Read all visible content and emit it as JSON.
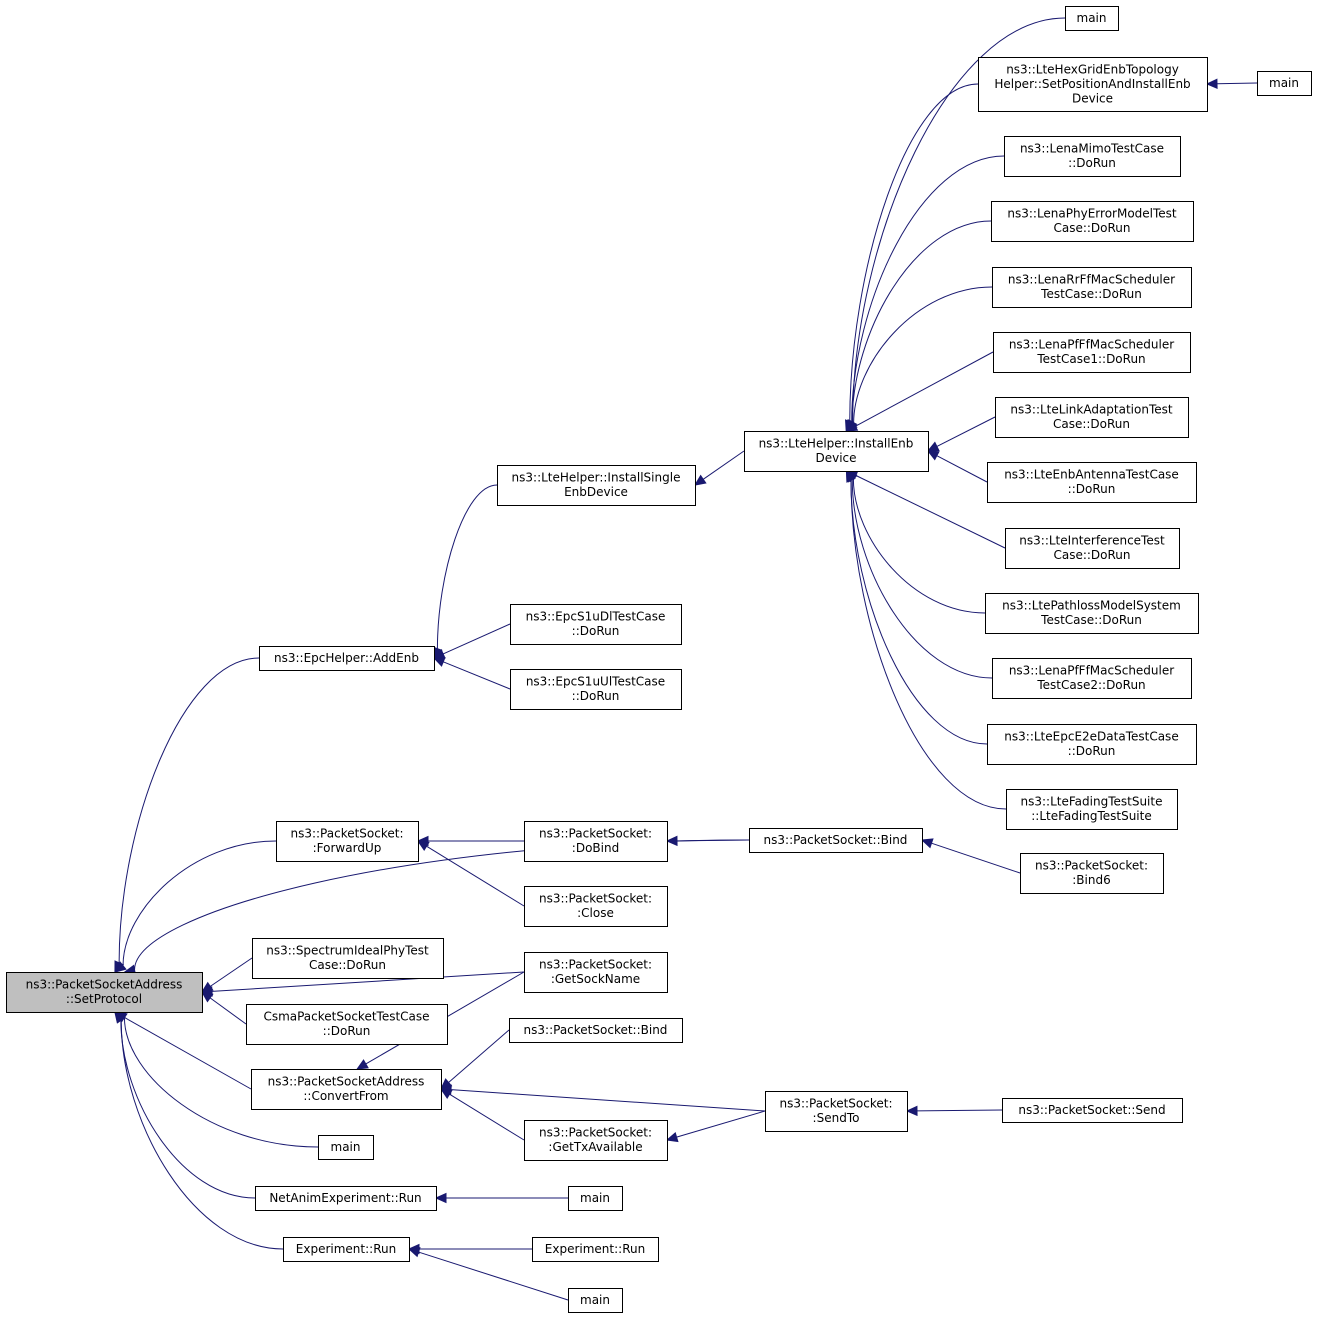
{
  "colors": {
    "edge": "#191970",
    "root_fill": "#bfbfbf",
    "node_fill": "#ffffff",
    "border": "#000000"
  },
  "nodes": [
    {
      "id": "root",
      "lines": [
        "ns3::PacketSocketAddress",
        "::SetProtocol"
      ]
    },
    {
      "id": "epcAddEnb",
      "lines": [
        "ns3::EpcHelper::AddEnb"
      ]
    },
    {
      "id": "installSingle",
      "lines": [
        "ns3::LteHelper::InstallSingle",
        "EnbDevice"
      ]
    },
    {
      "id": "installEnb",
      "lines": [
        "ns3::LteHelper::InstallEnb",
        "Device"
      ]
    },
    {
      "id": "main1",
      "lines": [
        "main"
      ]
    },
    {
      "id": "hexGrid",
      "lines": [
        "ns3::LteHexGridEnbTopology",
        "Helper::SetPositionAndInstallEnb",
        "Device"
      ]
    },
    {
      "id": "main2",
      "lines": [
        "main"
      ]
    },
    {
      "id": "lenaMimo",
      "lines": [
        "ns3::LenaMimoTestCase",
        "::DoRun"
      ]
    },
    {
      "id": "lenaPhyErr",
      "lines": [
        "ns3::LenaPhyErrorModelTest",
        "Case::DoRun"
      ]
    },
    {
      "id": "lenaRrFf",
      "lines": [
        "ns3::LenaRrFfMacScheduler",
        "TestCase::DoRun"
      ]
    },
    {
      "id": "lenaPf1",
      "lines": [
        "ns3::LenaPfFfMacScheduler",
        "TestCase1::DoRun"
      ]
    },
    {
      "id": "lteLinkAdapt",
      "lines": [
        "ns3::LteLinkAdaptationTest",
        "Case::DoRun"
      ]
    },
    {
      "id": "lteEnbAnt",
      "lines": [
        "ns3::LteEnbAntennaTestCase",
        "::DoRun"
      ]
    },
    {
      "id": "lteInterf",
      "lines": [
        "ns3::LteInterferenceTest",
        "Case::DoRun"
      ]
    },
    {
      "id": "ltePathloss",
      "lines": [
        "ns3::LtePathlossModelSystem",
        "TestCase::DoRun"
      ]
    },
    {
      "id": "lenaPf2",
      "lines": [
        "ns3::LenaPfFfMacScheduler",
        "TestCase2::DoRun"
      ]
    },
    {
      "id": "lteEpcE2e",
      "lines": [
        "ns3::LteEpcE2eDataTestCase",
        "::DoRun"
      ]
    },
    {
      "id": "lteFading",
      "lines": [
        "ns3::LteFadingTestSuite",
        "::LteFadingTestSuite"
      ]
    },
    {
      "id": "epcS1uDl",
      "lines": [
        "ns3::EpcS1uDlTestCase",
        "::DoRun"
      ]
    },
    {
      "id": "epcS1uUl",
      "lines": [
        "ns3::EpcS1uUlTestCase",
        "::DoRun"
      ]
    },
    {
      "id": "forwardUp",
      "lines": [
        "ns3::PacketSocket:",
        ":ForwardUp"
      ]
    },
    {
      "id": "doBind",
      "lines": [
        "ns3::PacketSocket:",
        ":DoBind"
      ]
    },
    {
      "id": "bindA",
      "lines": [
        "ns3::PacketSocket::Bind"
      ]
    },
    {
      "id": "bind6",
      "lines": [
        "ns3::PacketSocket:",
        ":Bind6"
      ]
    },
    {
      "id": "close",
      "lines": [
        "ns3::PacketSocket:",
        ":Close"
      ]
    },
    {
      "id": "spectrumIdeal",
      "lines": [
        "ns3::SpectrumIdealPhyTest",
        "Case::DoRun"
      ]
    },
    {
      "id": "getSockName",
      "lines": [
        "ns3::PacketSocket:",
        ":GetSockName"
      ]
    },
    {
      "id": "csmaPkt",
      "lines": [
        "CsmaPacketSocketTestCase",
        "::DoRun"
      ]
    },
    {
      "id": "bindB",
      "lines": [
        "ns3::PacketSocket::Bind"
      ]
    },
    {
      "id": "convertFrom",
      "lines": [
        "ns3::PacketSocketAddress",
        "::ConvertFrom"
      ]
    },
    {
      "id": "sendTo",
      "lines": [
        "ns3::PacketSocket:",
        ":SendTo"
      ]
    },
    {
      "id": "send",
      "lines": [
        "ns3::PacketSocket::Send"
      ]
    },
    {
      "id": "getTxAvail",
      "lines": [
        "ns3::PacketSocket:",
        ":GetTxAvailable"
      ]
    },
    {
      "id": "main3",
      "lines": [
        "main"
      ]
    },
    {
      "id": "netAnimRun",
      "lines": [
        "NetAnimExperiment::Run"
      ]
    },
    {
      "id": "main4",
      "lines": [
        "main"
      ]
    },
    {
      "id": "expRunA",
      "lines": [
        "Experiment::Run"
      ]
    },
    {
      "id": "expRunB",
      "lines": [
        "Experiment::Run"
      ]
    },
    {
      "id": "main5",
      "lines": [
        "main"
      ]
    }
  ],
  "edges": [
    [
      "epcAddEnb",
      "root"
    ],
    [
      "forwardUp",
      "root"
    ],
    [
      "bindA",
      "root"
    ],
    [
      "getSockName",
      "root"
    ],
    [
      "spectrumIdeal",
      "root"
    ],
    [
      "csmaPkt",
      "root"
    ],
    [
      "convertFrom",
      "root"
    ],
    [
      "main3",
      "root"
    ],
    [
      "netAnimRun",
      "root"
    ],
    [
      "expRunA",
      "root"
    ],
    [
      "installSingle",
      "epcAddEnb"
    ],
    [
      "epcS1uDl",
      "epcAddEnb"
    ],
    [
      "epcS1uUl",
      "epcAddEnb"
    ],
    [
      "installEnb",
      "installSingle"
    ],
    [
      "main1",
      "installEnb"
    ],
    [
      "hexGrid",
      "installEnb"
    ],
    [
      "lenaMimo",
      "installEnb"
    ],
    [
      "lenaPhyErr",
      "installEnb"
    ],
    [
      "lenaRrFf",
      "installEnb"
    ],
    [
      "lenaPf1",
      "installEnb"
    ],
    [
      "lteLinkAdapt",
      "installEnb"
    ],
    [
      "lteEnbAnt",
      "installEnb"
    ],
    [
      "lteInterf",
      "installEnb"
    ],
    [
      "ltePathloss",
      "installEnb"
    ],
    [
      "lenaPf2",
      "installEnb"
    ],
    [
      "lteEpcE2e",
      "installEnb"
    ],
    [
      "lteFading",
      "installEnb"
    ],
    [
      "main2",
      "hexGrid"
    ],
    [
      "doBind",
      "forwardUp"
    ],
    [
      "close",
      "forwardUp"
    ],
    [
      "bindA",
      "doBind"
    ],
    [
      "bind6",
      "bindA"
    ],
    [
      "getSockName",
      "convertFrom"
    ],
    [
      "bindB",
      "convertFrom"
    ],
    [
      "sendTo",
      "convertFrom"
    ],
    [
      "getTxAvail",
      "convertFrom"
    ],
    [
      "sendTo",
      "getTxAvail"
    ],
    [
      "send",
      "sendTo"
    ],
    [
      "main4",
      "netAnimRun"
    ],
    [
      "expRunB",
      "expRunA"
    ],
    [
      "main5",
      "expRunA"
    ]
  ]
}
